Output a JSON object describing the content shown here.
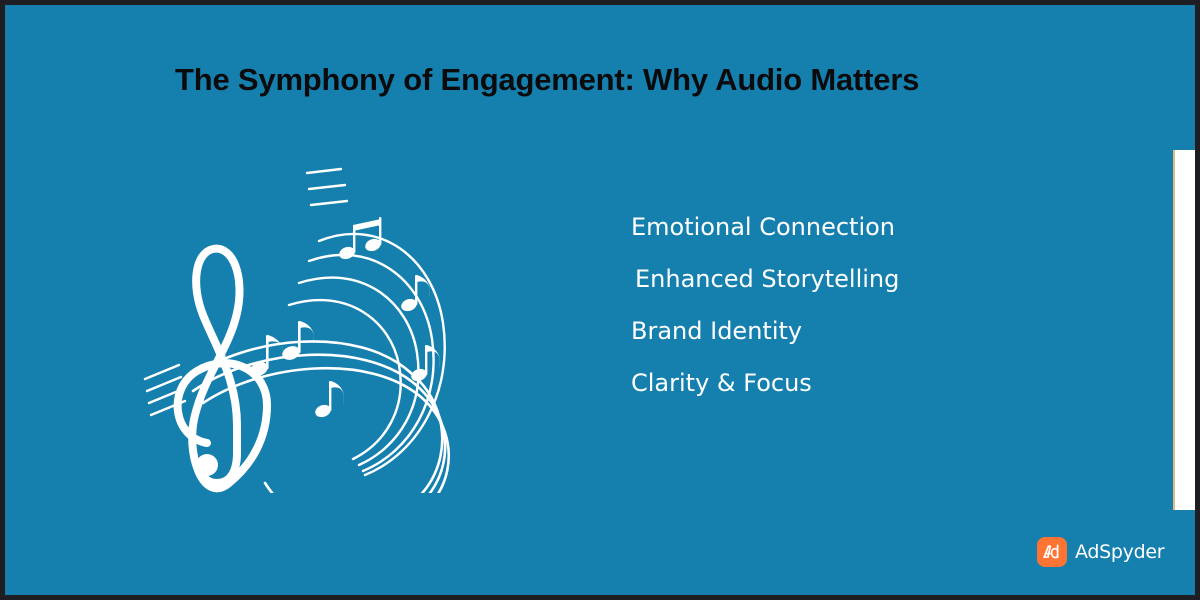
{
  "slide": {
    "background_color": "#1580ad",
    "frame_color": "#1d1d22",
    "title": "The Symphony of Engagement: Why Audio Matters",
    "title_color": "#0b0b0d"
  },
  "illustration": {
    "name": "treble-clef-music-notes",
    "color": "#ffffff"
  },
  "benefits": {
    "items": [
      {
        "label": "Emotional Connection"
      },
      {
        "label": "Enhanced Storytelling"
      },
      {
        "label": "Brand Identity"
      },
      {
        "label": "Clarity & Focus"
      }
    ],
    "text_color": "#ffffff"
  },
  "right_panel": {
    "fill_color": "#ffffff",
    "edge_color": "#e3bb84"
  },
  "brand": {
    "mark_text": "Ad",
    "mark_color": "#ff7433",
    "wordmark": "AdSpyder",
    "wordmark_color": "#ffffff"
  }
}
